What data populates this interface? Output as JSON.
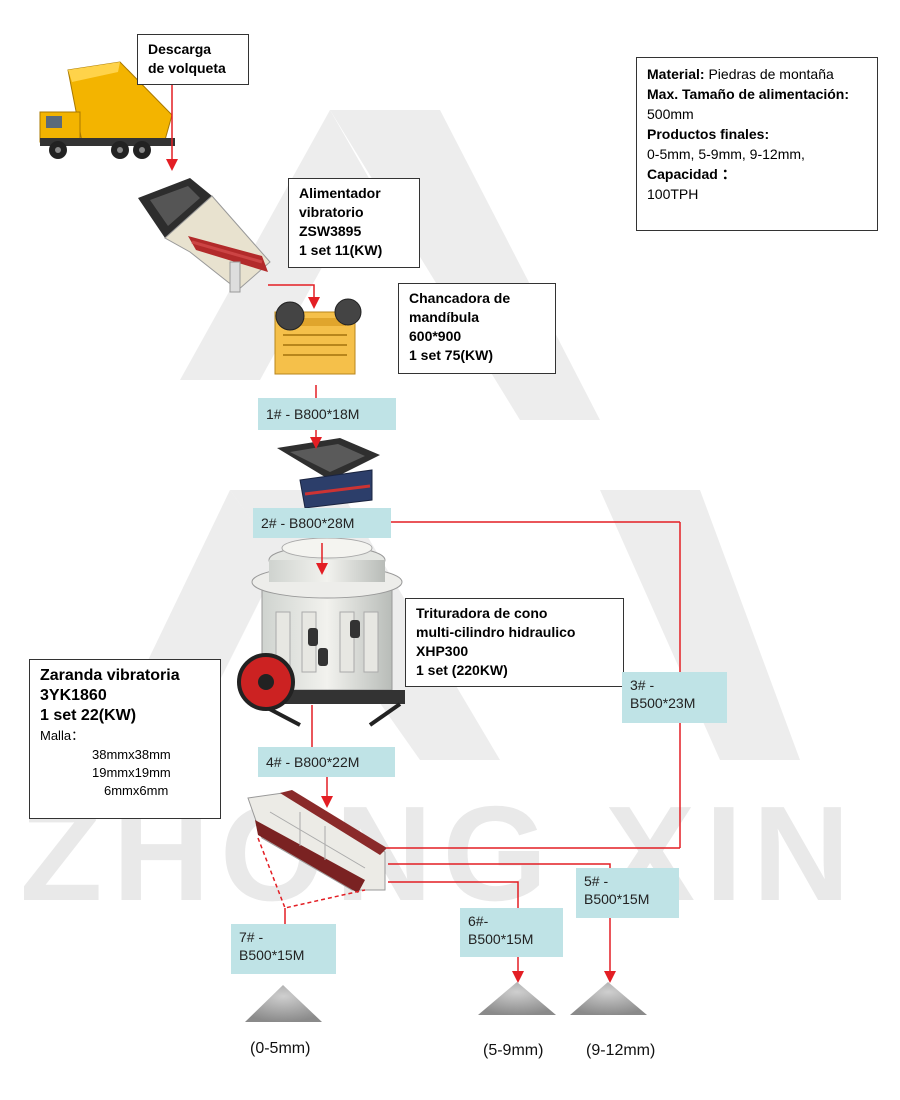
{
  "watermark": "ZHONG XIN",
  "info": {
    "material_label": "Material:",
    "material_value": "Piedras de montaña",
    "max_feed_label": "Max. Tamaño de alimentación:",
    "max_feed_value": "500mm",
    "products_label": "Productos finales:",
    "products_value": "0-5mm, 5-9mm, 9-12mm,",
    "capacity_label": "Capacidad ：",
    "capacity_value": "100TPH"
  },
  "equipment": {
    "dump": {
      "line1": "Descarga",
      "line2": "de volqueta"
    },
    "feeder": {
      "line1": "Alimentador",
      "line2": "vibratorio",
      "line3": "ZSW3895",
      "line4": "1 set 11(KW)"
    },
    "jaw": {
      "line1": "Chancadora de",
      "line2": "mandíbula",
      "line3": "600*900",
      "line4": "1 set 75(KW)"
    },
    "cone": {
      "line1": "Trituradora de cono",
      "line2": "multi-cilindro hidraulico",
      "line3": "XHP300",
      "line4": "1 set  (220KW)"
    },
    "screen": {
      "line1": "Zaranda vibratoria",
      "line2": "3YK1860",
      "line3": "1 set  22(KW)",
      "mesh_label": "Malla：",
      "meshes": [
        "38mmx38mm",
        "19mmx19mm",
        "6mmx6mm"
      ]
    }
  },
  "conveyors": {
    "c1": "1# - B800*18M",
    "c2": "2# - B800*28M",
    "c3a": "3# -",
    "c3b": "B500*23M",
    "c4": "4# - B800*22M",
    "c5a": "5# -",
    "c5b": "B500*15M",
    "c6a": "6#-",
    "c6b": "B500*15M",
    "c7a": "7# -",
    "c7b": "B500*15M"
  },
  "products": [
    "(0-5mm)",
    "(5-9mm)",
    "(9-12mm)"
  ],
  "colors": {
    "flow": "#e31e24",
    "conveyor_label": "#bfe3e6",
    "watermark": "#e9e9e9"
  }
}
